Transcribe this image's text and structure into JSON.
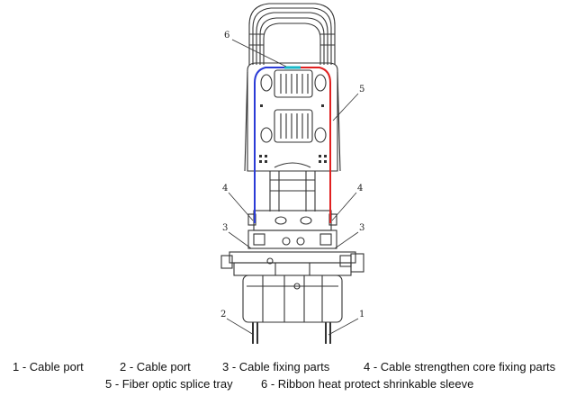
{
  "diagram": {
    "callouts": [
      "6",
      "5",
      "4",
      "4",
      "3",
      "3",
      "2",
      "1"
    ],
    "wire_colors": {
      "left": "#2a3bd6",
      "right": "#e02020",
      "top": "#18b8c8"
    }
  },
  "legend": [
    {
      "label": "1 - Cable port"
    },
    {
      "label": "2 - Cable port"
    },
    {
      "label": "3 - Cable fixing parts"
    },
    {
      "label": "4 - Cable strengthen core fixing parts"
    },
    {
      "label": "5 - Fiber optic splice tray"
    },
    {
      "label": "6 - Ribbon heat protect shrinkable sleeve"
    }
  ]
}
